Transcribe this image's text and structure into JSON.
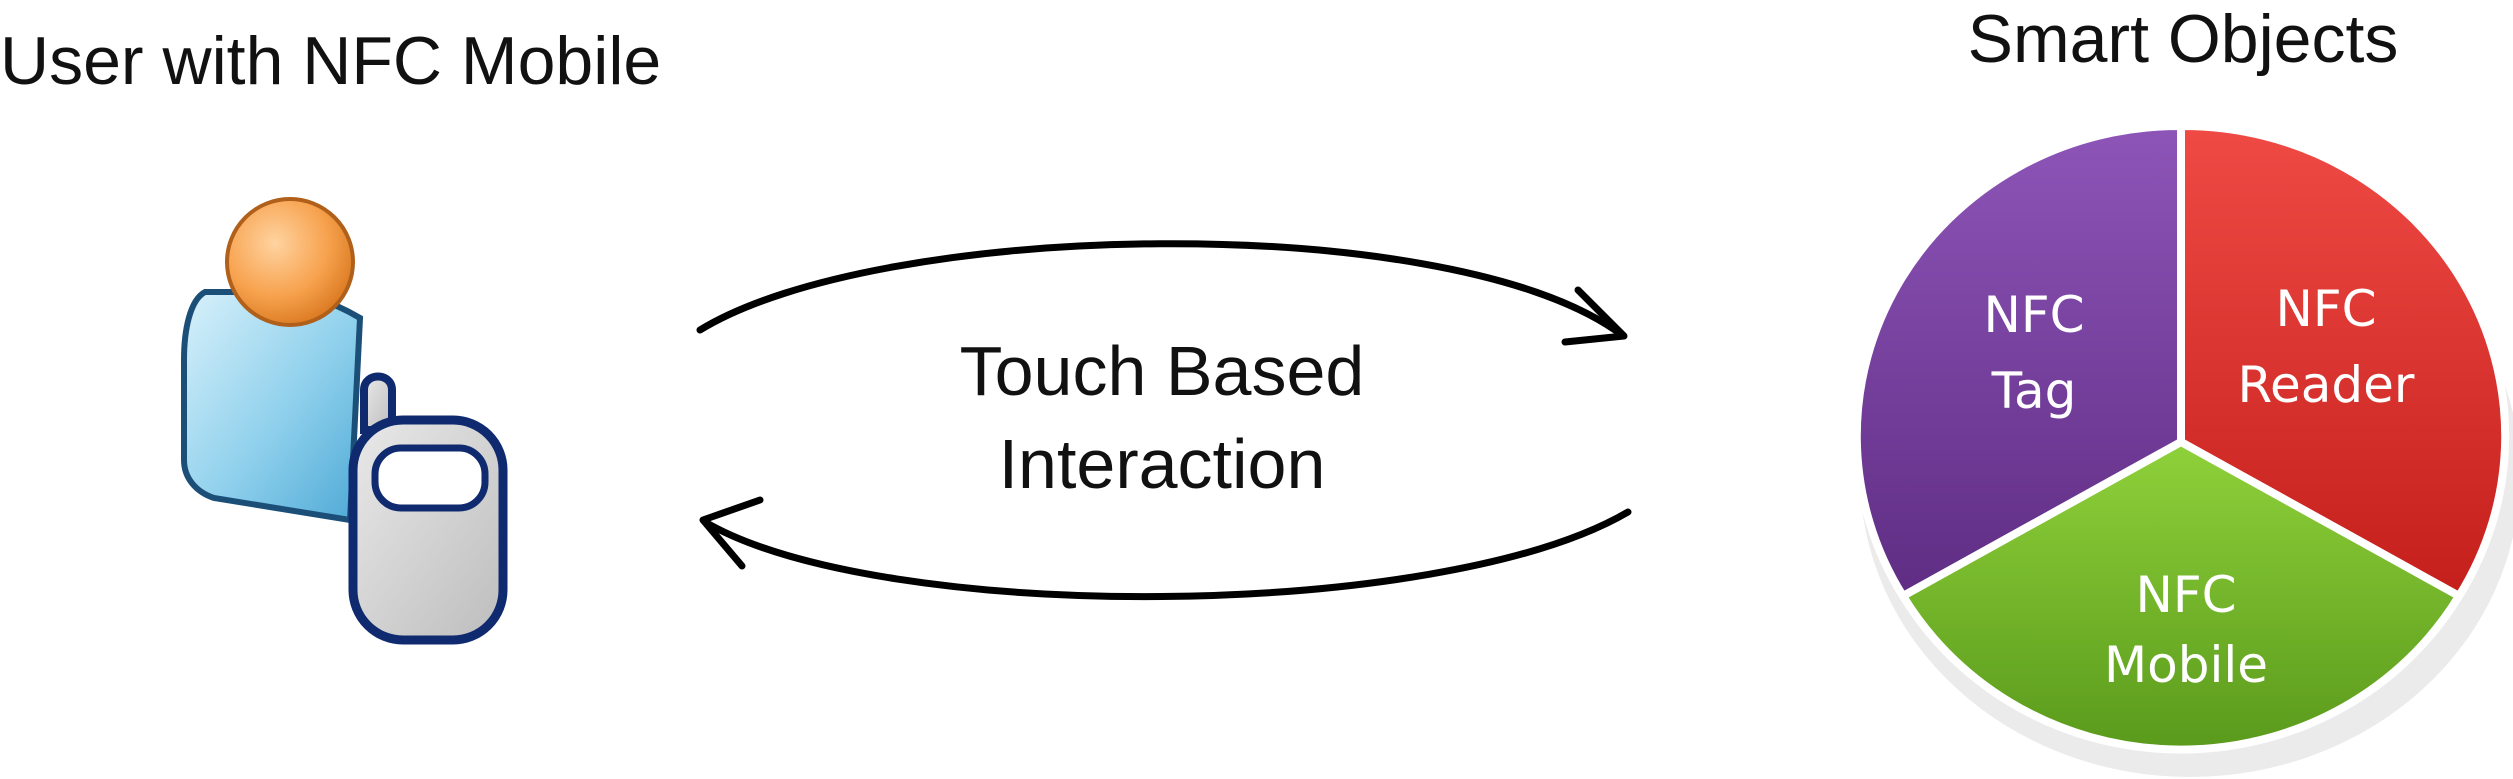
{
  "user": {
    "title": "User with NFC Mobile",
    "icon": "user-with-phone-icon"
  },
  "interaction": {
    "line1": "Touch Based",
    "line2": "Interaction",
    "arrows": [
      "arrow-right-icon",
      "arrow-left-icon"
    ]
  },
  "smart_objects": {
    "title": "Smart Objects",
    "segments": [
      {
        "line1": "NFC",
        "line2": "Tag",
        "color": "#7a3fa0"
      },
      {
        "line1": "NFC",
        "line2": "Reader",
        "color": "#e2322f"
      },
      {
        "line1": "NFC",
        "line2": "Mobile",
        "color": "#74bc2b"
      }
    ]
  }
}
